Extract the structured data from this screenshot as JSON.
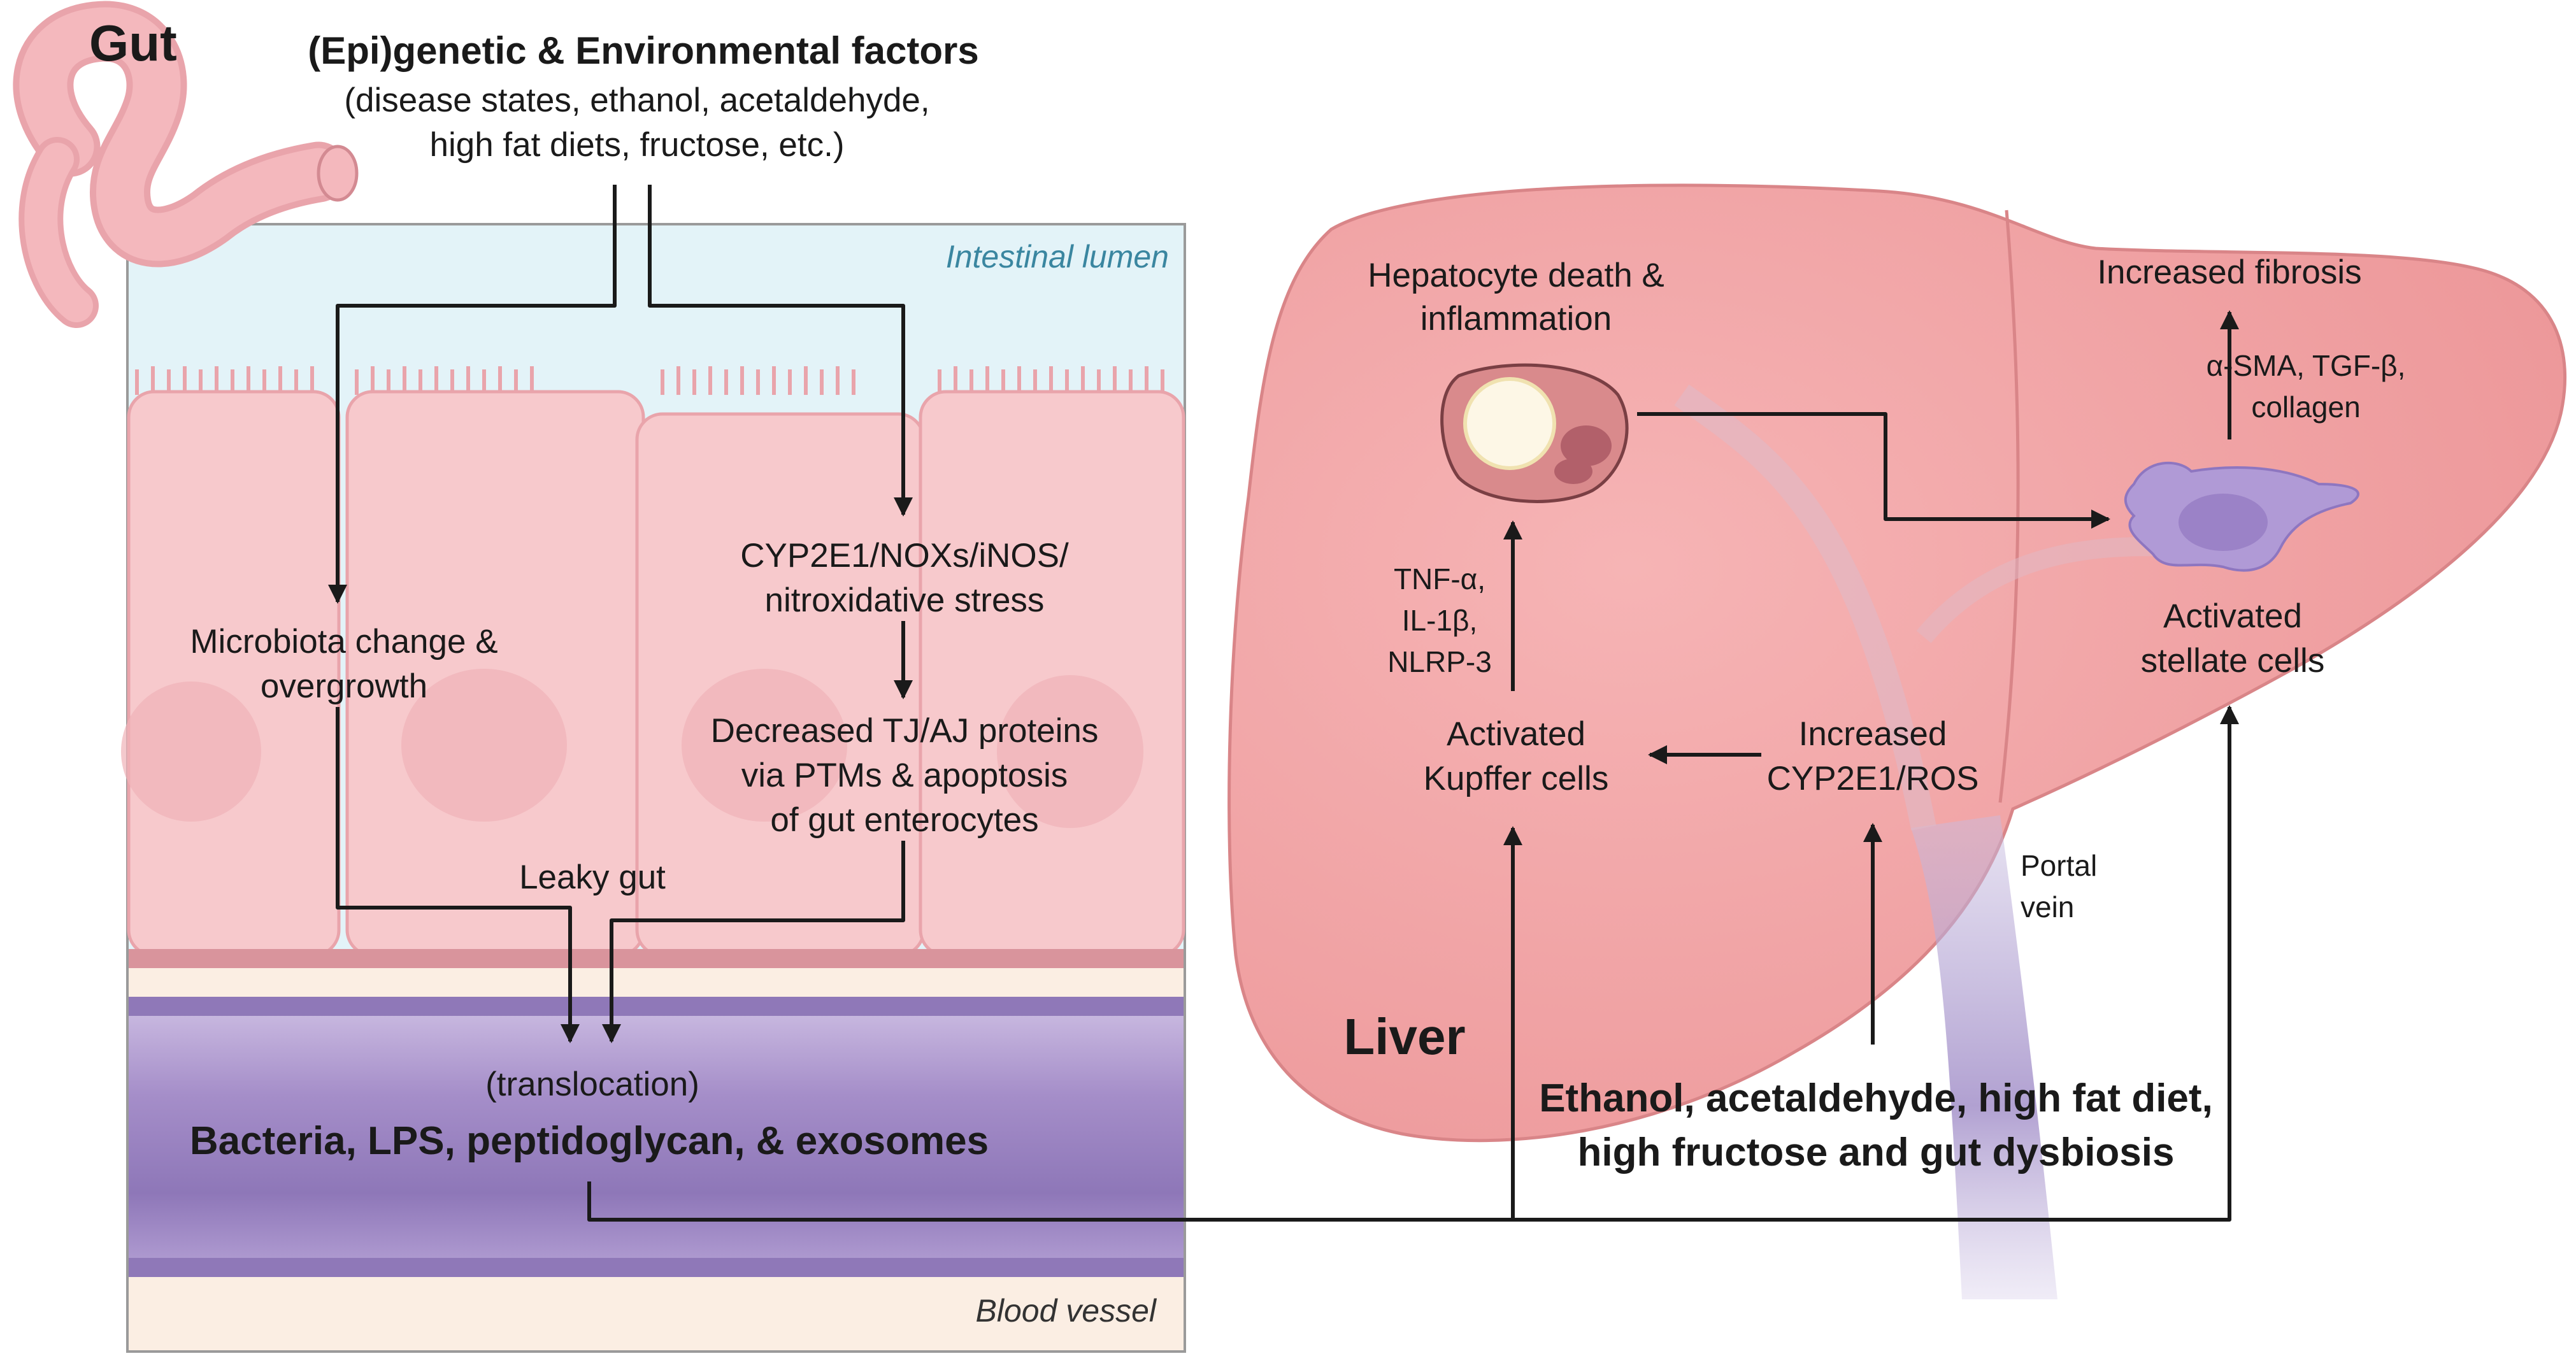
{
  "gut": {
    "title": "Gut",
    "factors_title": "(Epi)genetic & Environmental factors",
    "factors_line1": "(disease states, ethanol, acetaldehyde,",
    "factors_line2": "high fat diets, fructose, etc.)",
    "lumen_label": "Intestinal lumen",
    "microbiota_line1": "Microbiota change &",
    "microbiota_line2": "overgrowth",
    "cyp_line1": "CYP2E1/NOXs/iNOS/",
    "cyp_line2": "nitroxidative stress",
    "tj_line1": "Decreased TJ/AJ proteins",
    "tj_line2": "via PTMs & apoptosis",
    "tj_line3": "of gut enterocytes",
    "leaky_gut": "Leaky gut",
    "translocation": "(translocation)",
    "bacteria": "Bacteria, LPS, peptidoglycan, & exosomes",
    "blood_vessel_label": "Blood vessel"
  },
  "liver": {
    "title": "Liver",
    "hepatocyte_line1": "Hepatocyte death &",
    "hepatocyte_line2": "inflammation",
    "cytokines_line1": "TNF-α,",
    "cytokines_line2": "IL-1β,",
    "cytokines_line3": "NLRP-3",
    "kupffer_line1": "Activated",
    "kupffer_line2": "Kupffer cells",
    "cyp_line1": "Increased",
    "cyp_line2": "CYP2E1/ROS",
    "fibrosis": "Increased fibrosis",
    "markers_line1": "α-SMA, TGF-β,",
    "markers_line2": "collagen",
    "stellate_line1": "Activated",
    "stellate_line2": "stellate cells",
    "portal_line1": "Portal",
    "portal_line2": "vein",
    "factors_line1": "Ethanol, acetaldehyde, high fat diet,",
    "factors_line2": "high fructose and gut dysbiosis"
  },
  "colors": {
    "cell_pink": "#f7c9cc",
    "liver_pink": "#f2a6a8",
    "vessel_purple": "#9d86c0",
    "lumen_blue": "#e3f3f8",
    "arrow": "#1a1a1a"
  }
}
